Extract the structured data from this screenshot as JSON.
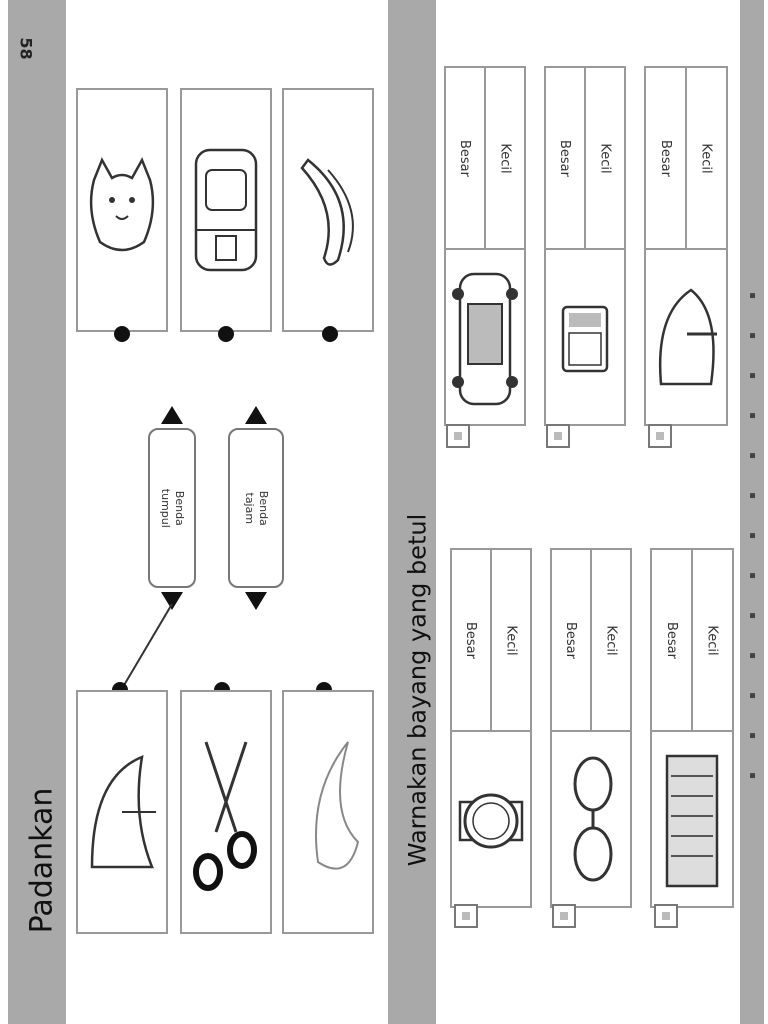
{
  "page_number": "58",
  "sections": {
    "match": {
      "title": "Padankan",
      "prompts": [
        "Benda\ntumpul",
        "Benda\ntajam"
      ]
    },
    "color": {
      "title": "Warnakan bayang yang betul"
    }
  },
  "card_labels": {
    "big": "Besar",
    "small": "Kecil"
  },
  "colors": {
    "band": "#a9a9a9",
    "border": "#999999",
    "dot": "#111111"
  }
}
